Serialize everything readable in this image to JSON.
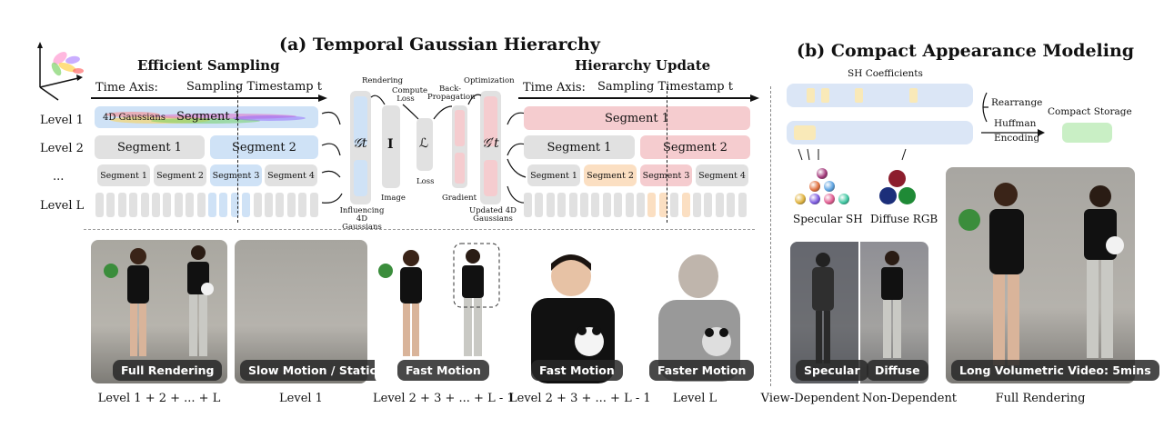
{
  "section_a": {
    "title": "(a) Temporal Gaussian Hierarchy",
    "left_subtitle": "Efficient Sampling",
    "right_subtitle": "Hierarchy Update",
    "time_axis": "Time Axis:",
    "sampling_timestamp": "Sampling Timestamp t",
    "levels": [
      "Level 1",
      "Level 2",
      "...",
      "Level L"
    ],
    "gaussians_label": "4D Gaussians",
    "segment_1": "Segment 1",
    "segment_2": "Segment 2",
    "segment_3": "Segment 3",
    "segment_4": "Segment 4",
    "pipeline": {
      "rendering": "Rendering",
      "compute_loss": "Compute Loss",
      "back_propagation": "Back-Propagation",
      "optimization": "Optimization",
      "influencing": "Influencing 4D Gaussians",
      "g_t": "𝒢t",
      "image_symbol": "I",
      "image": "Image",
      "loss_symbol": "ℒ",
      "loss": "Loss",
      "gradient": "Gradient",
      "g_t_prime": "𝒢′t",
      "updated": "Updated 4D Gaussians"
    }
  },
  "section_b": {
    "title": "(b) Compact Appearance Modeling",
    "sh_coefficients": "SH Coefficients",
    "rearrange": "Rearrange",
    "huffman": "Huffman",
    "encoding": "Encoding",
    "compact_storage": "Compact Storage",
    "specular_sh": "Specular SH",
    "diffuse_rgb": "Diffuse RGB",
    "colors": {
      "diffuse": [
        "#8c1d2d",
        "#1c2f7a",
        "#1f8a36"
      ],
      "storage": "#c9efc5"
    }
  },
  "photos": [
    {
      "badge": "Full Rendering",
      "caption": "Level 1 + 2 + ... + L"
    },
    {
      "badge": "Slow Motion / Static",
      "caption": "Level 1"
    },
    {
      "badge": "Fast Motion",
      "caption": "Level 2 + 3 + ... +  L - 1"
    },
    {
      "badge": "Fast Motion",
      "caption": "Level 2 + 3 + ... + L - 1"
    },
    {
      "badge": "Faster Motion",
      "caption": "Level L"
    },
    {
      "badge": "Specular",
      "caption": "View-Dependent"
    },
    {
      "badge": "Diffuse",
      "caption": "Non-Dependent"
    },
    {
      "badge": "Long Volumetric Video: 5mins",
      "caption": "Full Rendering"
    }
  ]
}
